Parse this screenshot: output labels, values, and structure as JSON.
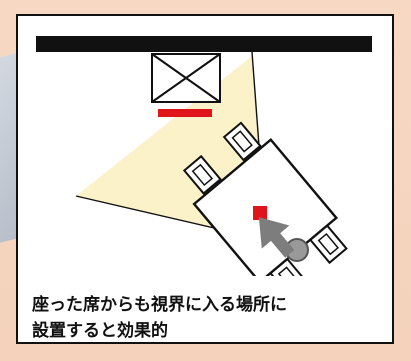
{
  "caption": {
    "line1": "座った席からも視界に入る場所に",
    "line2": "設置すると効果的"
  },
  "colors": {
    "wall": "#111111",
    "camera_mark": "#e0151c",
    "view_field": "#fbf2c9",
    "arrow": "#808080",
    "line": "#111111"
  },
  "icons": [
    "wall-bar",
    "ceiling-device-icon",
    "view-field-cone",
    "table-with-chairs",
    "person-icon",
    "arrow-icon"
  ]
}
